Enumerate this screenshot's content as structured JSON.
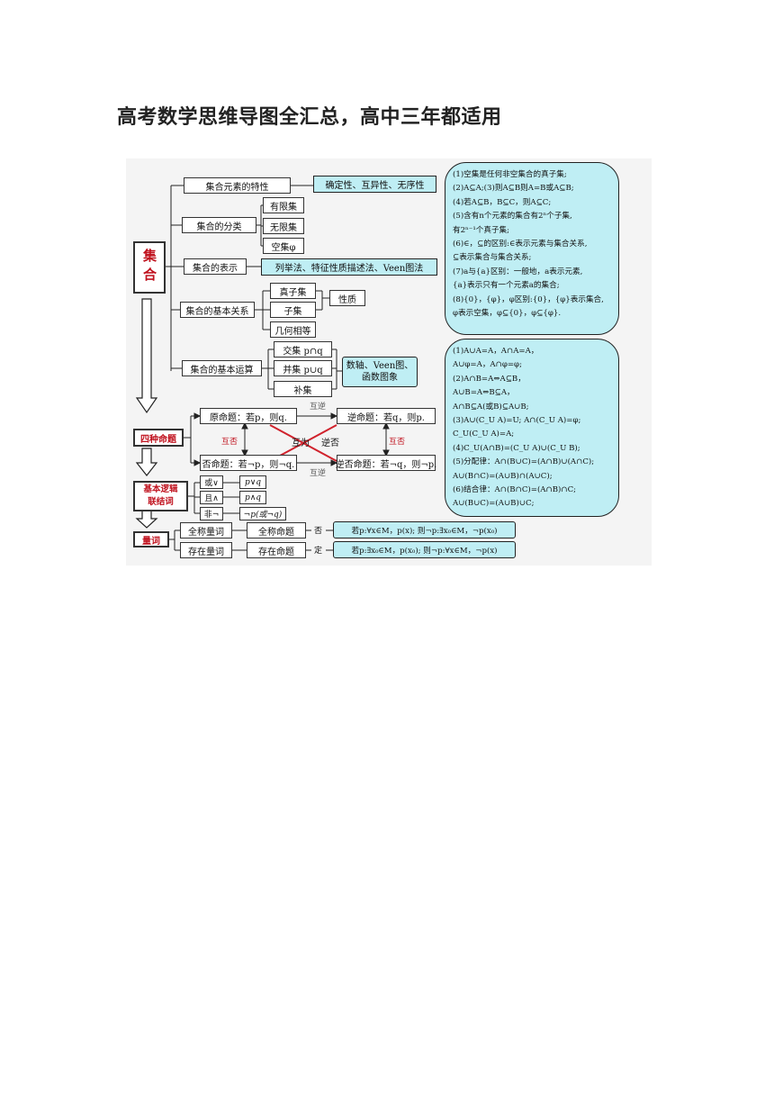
{
  "title": "高考数学思维导图全汇总，高中三年都适用",
  "map": {
    "set": "集合",
    "set_items": {
      "elements": "集合元素的特性",
      "elements_prop": "确定性、互异性、无序性",
      "classify": "集合的分类",
      "classes": [
        "有限集",
        "无限集",
        "空集φ"
      ],
      "represent": "集合的表示",
      "represent_methods": "列举法、特征性质描述法、Veen图法",
      "relation": "集合的基本关系",
      "relations": [
        "真子集",
        "子集",
        "几何相等"
      ],
      "nature": "性质",
      "operation": "集合的基本运算",
      "ops": [
        "交集 p∩q",
        "并集 p∪q",
        "补集"
      ],
      "ops_tools": [
        "数轴、Veen图、",
        "函数图象"
      ]
    },
    "propositions": {
      "head": "四种命题",
      "original": "原命题：若p，则q.",
      "converse": "逆命题：若q，则p.",
      "inverse": "否命题：若¬p，则¬q.",
      "contrapositive": "逆否命题：若¬q，则¬p.",
      "mutual_converse": "互逆",
      "mutual_negation": "互否",
      "center_left": "互为",
      "center_right": "逆否"
    },
    "logic": {
      "head1": "基本逻辑",
      "head2": "联结词",
      "ops": [
        "或∨",
        "且∧",
        "非¬"
      ],
      "results": [
        "p∨q",
        "p∧q",
        "¬p(或¬q)"
      ]
    },
    "quantifiers": {
      "head": "量词",
      "universal": "全称量词",
      "universal_prop": "全称命题",
      "existential": "存在量词",
      "existential_prop": "存在命题",
      "neg1": "否",
      "neg2": "定",
      "neg_universal": "若p:∀x∈M，p(x); 则¬p:∃x₀∈M，¬p(x₀)",
      "neg_existential": "若p:∃x₀∈M，p(x₀); 则¬p:∀x∈M，¬p(x)"
    },
    "notes_top": [
      "(1)空集是任何非空集合的真子集;",
      "(2)A⊆A;(3)则A⊆B则A=B或A⊆B;",
      "(4)若A⊆B，B⊆C，则A⊆C;",
      "(5)含有n个元素的集合有2ⁿ个子集,",
      "有2ⁿ⁻¹个真子集;",
      "(6)∈，⊆的区别:∈表示元素与集合关系,",
      "⊆表示集合与集合关系;",
      "(7)a与{a}区别：一般地，a表示元素,",
      "{a}表示只有一个元素a的集合;",
      "(8){0}，{φ}，φ区别:{0}，{φ}表示集合,",
      "φ表示空集，φ⊆{0}，φ⊆{φ}."
    ],
    "notes_bottom": [
      "(1)A∪A=A，A∩A=A，",
      "A∪φ=A，A∩φ=φ;",
      "(2)A∩B=A⇔A⊆B，",
      "A∪B=A⇔B⊆A，",
      "A∩B⊆A(或B)⊆A∪B;",
      "(3)A∪(C_U A)=U; A∩(C_U A)=φ;",
      "C_U(C_U A)=A;",
      "(4)C_U(A∩B)=(C_U A)∪(C_U B);",
      "(5)分配律：A∩(B∪C)=(A∩B)∪(A∩C);",
      "A∪(B∩C)=(A∪B)∩(A∪C);",
      "(6)结合律：A∩(B∩C)=(A∩B)∩C;",
      "A∪(B∪C)=(A∪B)∪C;"
    ]
  }
}
